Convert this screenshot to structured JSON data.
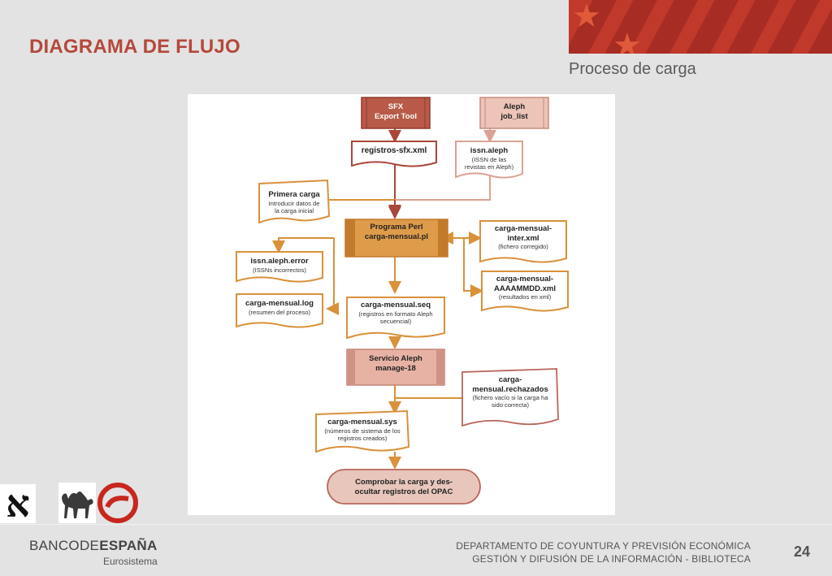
{
  "header": {
    "title": "DIAGRAMA DE FLUJO",
    "subtitle": "Proceso de carga"
  },
  "colors": {
    "accent_red": "#b5483b",
    "brick": "#c0604e",
    "pink": "#e4a89b",
    "orange": "#d9913a",
    "node_border_pink": "#d49a8c"
  },
  "diagram": {
    "sfx_export": {
      "line1": "SFX",
      "line2": "Export Tool"
    },
    "aleph_job": {
      "line1": "Aleph",
      "line2": "job_list"
    },
    "registros_sfx": {
      "title": "registros-sfx.xml"
    },
    "issn_aleph": {
      "title": "issn.aleph",
      "note1": "(ISSN de las",
      "note2": "revistas en Aleph)"
    },
    "primera_carga": {
      "title": "Primera carga",
      "note1": "Introducir datos de",
      "note2": "la carga inicial"
    },
    "programa_perl": {
      "line1": "Programa Perl",
      "line2": "carga-mensual.pl"
    },
    "inter_xml": {
      "line1": "carga-mensual-",
      "line2": "inter.xml",
      "note": "(fichero corregido)"
    },
    "aaaammdd_xml": {
      "line1": "carga-mensual-",
      "line2": "AAAAMMDD.xml",
      "note": "(resultados en xml)"
    },
    "issn_error": {
      "title": "issn.aleph.error",
      "note": "(ISSNs incorrectos)"
    },
    "mensual_log": {
      "title": "carga-mensual.log",
      "note": "(resumen del proceso)"
    },
    "mensual_seq": {
      "title": "carga-mensual.seq",
      "note1": "(registros en formato Aleph",
      "note2": "secuencial)"
    },
    "servicio_aleph": {
      "line1": "Servicio Aleph",
      "line2": "manage-18"
    },
    "rechazados": {
      "line1": "carga-",
      "line2": "mensual.rechazados",
      "note1": "(fichero vacío si la carga ha",
      "note2": "sido correcta)"
    },
    "mensual_sys": {
      "title": "carga-mensual.sys",
      "note1": "(números de sistema de los",
      "note2": "registros creados)"
    },
    "comprobar": {
      "line1": "Comprobar la carga y des-",
      "line2": "ocultar registros del OPAC"
    }
  },
  "footer": {
    "bank_part1": "BANCO",
    "bank_part2": "DE",
    "bank_part3": "ESPAÑA",
    "eurosistema": "Eurosistema",
    "dept_line1": "DEPARTAMENTO DE COYUNTURA Y PREVISIÓN ECONÓMICA",
    "dept_line2": "GESTIÓN Y DIFUSIÓN DE LA INFORMACIÓN - BIBLIOTECA",
    "page_number": "24"
  },
  "logos": {
    "aleph_glyph": "א"
  }
}
